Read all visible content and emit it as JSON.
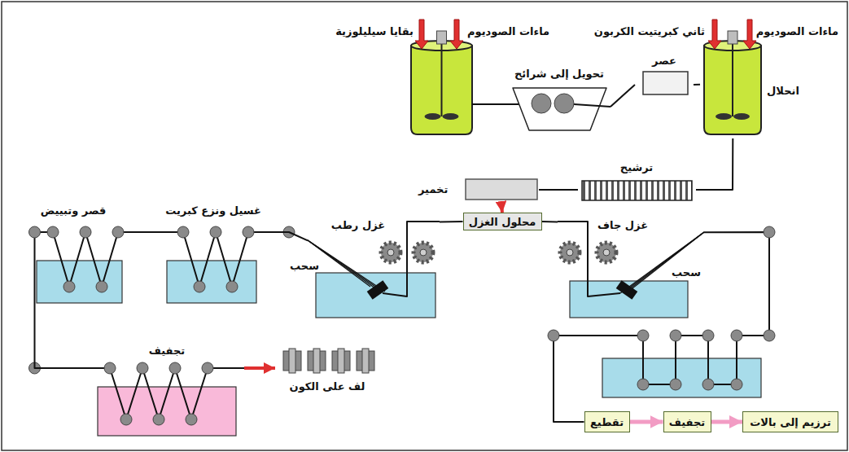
{
  "diagram": {
    "nodes": [
      {
        "text": [
          "تحويل إلى شرائح"
        ]
      },
      {
        "text": [
          "عصر"
        ]
      },
      {
        "text": [
          "انحلال"
        ]
      },
      {
        "text": [
          "ترشيح"
        ]
      },
      {
        "text": [
          "تخمير"
        ]
      },
      {
        "text": [
          "محلول الغزل"
        ]
      },
      {
        "text": [
          "غزل رطب",
          "سحب"
        ]
      },
      {
        "text": [
          "غسيل ونزع كبريت"
        ]
      },
      {
        "text": [
          "قصر وتبييض"
        ]
      },
      {
        "text": [
          "تجفيف"
        ]
      },
      {
        "text": [
          "لف على الكون"
        ]
      },
      {
        "text": [
          "غزل جاف",
          "سحب"
        ]
      },
      {
        "text": [
          "تقطيع"
        ]
      },
      {
        "text": [
          "تجفيف"
        ]
      },
      {
        "text": [
          "ترزيم إلى بالات"
        ]
      }
    ],
    "edges": [
      {
        "from": 0,
        "to": 1,
        "arrow": "none"
      },
      {
        "from": 1,
        "to": 2,
        "arrow": "none"
      },
      {
        "from": 2,
        "to": 3,
        "arrow": "none"
      },
      {
        "from": 3,
        "to": 4,
        "arrow": "none"
      },
      {
        "from": 4,
        "to": 5,
        "arrow": "to"
      },
      {
        "from": 5,
        "to": 6,
        "arrow": "none"
      },
      {
        "from": 6,
        "to": 7,
        "arrow": "none"
      },
      {
        "from": 7,
        "to": 8,
        "arrow": "none"
      },
      {
        "from": 8,
        "to": 9,
        "arrow": "none"
      },
      {
        "from": 9,
        "to": 10,
        "arrow": "to"
      },
      {
        "from": 5,
        "to": 11,
        "arrow": "none"
      },
      {
        "from": 11,
        "to": 12,
        "arrow": "none"
      },
      {
        "from": 12,
        "to": 13,
        "arrow": "to"
      },
      {
        "from": 13,
        "to": 14,
        "arrow": "to"
      }
    ],
    "labels": [
      "بقايا سيليلوزية",
      "ماءات الصوديوم",
      "ثاني كبريتيت الكربون",
      "ماءات الصوديوم"
    ]
  }
}
